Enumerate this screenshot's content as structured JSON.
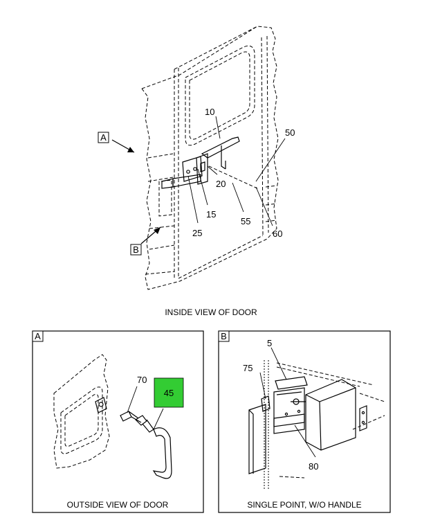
{
  "callouts": {
    "view_a_letter": "A",
    "view_b_letter": "B"
  },
  "part_numbers": {
    "p10": "10",
    "p50": "50",
    "p20": "20",
    "p15": "15",
    "p55": "55",
    "p25": "25",
    "p60": "60",
    "p70": "70",
    "p45": "45",
    "p5": "5",
    "p75": "75",
    "p80": "80"
  },
  "captions": {
    "main": "INSIDE VIEW OF DOOR",
    "detail_a": "OUTSIDE VIEW OF DOOR",
    "detail_b": "SINGLE POINT, W/O HANDLE"
  },
  "panel_tags": {
    "a": "A",
    "b": "B"
  },
  "colors": {
    "highlight": "#33cc33"
  }
}
